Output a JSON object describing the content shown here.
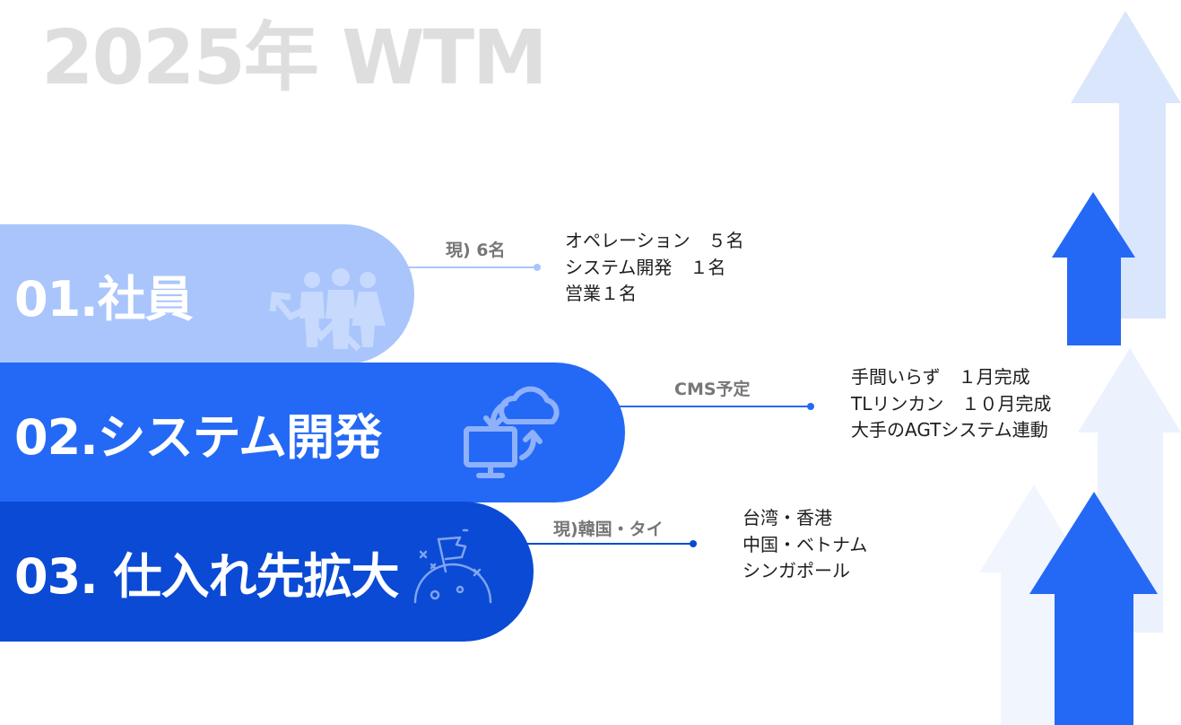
{
  "page": {
    "title": "2025年 WTM"
  },
  "colors": {
    "pill_1": "#a9c5fb",
    "pill_2": "#2469f5",
    "pill_3": "#0a4ad4",
    "arrow_dark": "#2469f5",
    "arrow_light": "#d9e5fc",
    "title_gray": "#dedede"
  },
  "sections": [
    {
      "label": "01.社員",
      "icon": "team-growth-icon",
      "connector_label": "現) 6名",
      "details": [
        "オペレーション　５名",
        "システム開発　１名",
        "営業１名"
      ]
    },
    {
      "label": "02.システム開発",
      "icon": "cloud-sync-computer-icon",
      "connector_label": "CMS予定",
      "details": [
        "手間いらず　１月完成",
        "TLリンカン　１０月完成",
        "大手のAGTシステム連動"
      ]
    },
    {
      "label": "03. 仕入れ先拡大",
      "icon": "flag-on-planet-icon",
      "connector_label": "現)韓国・タイ",
      "details": [
        "台湾・香港",
        "中国・ベトナム",
        "シンガポール"
      ]
    }
  ]
}
